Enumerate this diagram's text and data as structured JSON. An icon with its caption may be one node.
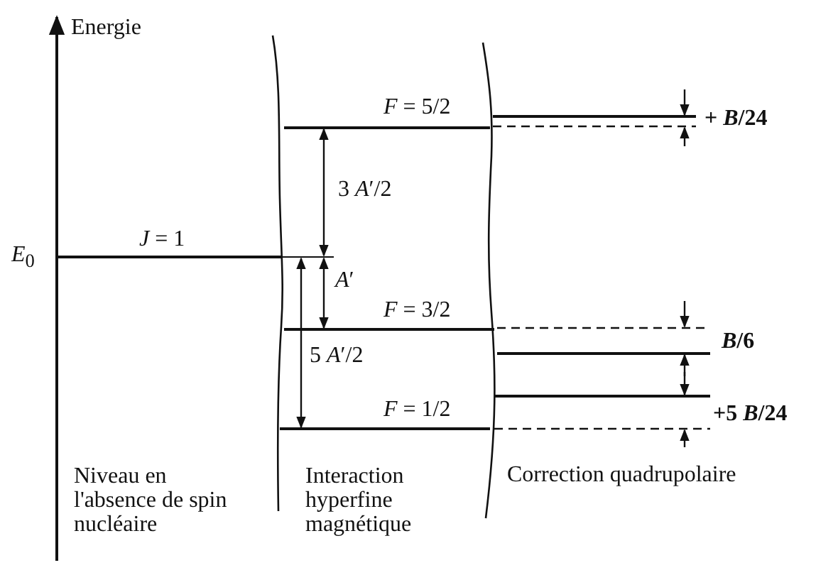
{
  "diagram": {
    "labels": [
      "Energie",
      "*E*$_{0}$",
      "*J* = 1",
      "*F* = 5/2",
      "+ *B*/24",
      "3 *A*′/2",
      "*A*′",
      "*F* = 3/2",
      "*B*/6",
      "5 *A*′/2",
      "*F* = 1/2",
      "+5 *B*/24",
      "Niveau en l'absence de spin nucléaire",
      "Interaction hyperfine magnétique",
      "Correction quadrupolaire"
    ]
  }
}
